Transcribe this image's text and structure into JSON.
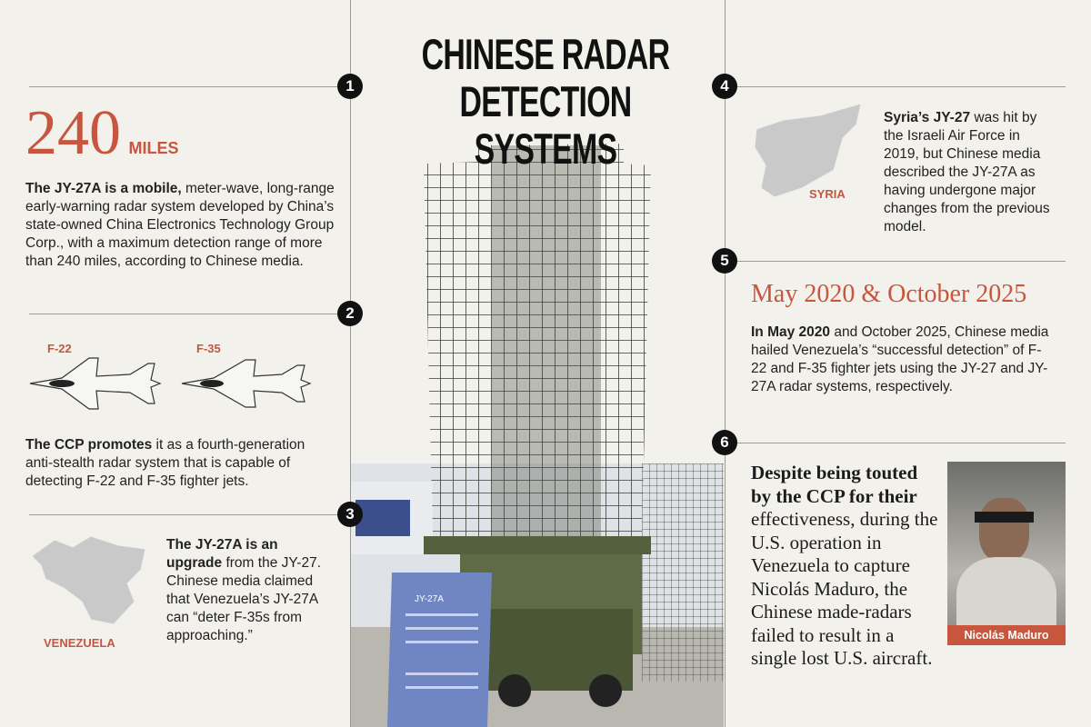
{
  "title": "CHINESE RADAR DETECTION SYSTEMS",
  "accent": "#c8553d",
  "sections": [
    {
      "number": "1",
      "big_number": "240",
      "unit": "MILES",
      "lead": "The JY-27A is a mobile,",
      "text": " meter-wave, long-range early-warning radar system developed by China’s state-owned China Electronics Technology Group Corp., with a maximum detection range of more than 240 miles, according to Chinese media."
    },
    {
      "number": "2",
      "jet1": "F-22",
      "jet2": "F-35",
      "lead": "The CCP promotes",
      "text": " it as a fourth-generation anti-stealth radar system that is capable of detecting F-22 and F-35 fighter jets."
    },
    {
      "number": "3",
      "map_label": "VENEZUELA",
      "lead": "The JY-27A is an upgrade",
      "text": " from the JY-27. Chinese media claimed that Venezuela’s JY-27A can “deter F-35s from approaching.”"
    },
    {
      "number": "4",
      "map_label": "SYRIA",
      "lead": "Syria’s JY-27",
      "text": " was hit by the Israeli Air Force in 2019, but Chinese media described the JY-27A as having undergone major changes from the previous model."
    },
    {
      "number": "5",
      "heading": "May 2020 & October 2025",
      "lead": "In May 2020",
      "text": " and October 2025, Chinese media hailed Venezuela’s “successful detection” of F-22 and F-35 fighter jets using the JY-27 and JY-27A radar systems, respectively."
    },
    {
      "number": "6",
      "lead": "Despite being touted by the CCP for their",
      "text": " effectiveness, during the U.S. operation in Venezuela to capture Nicolás Maduro, the Chinese made-radars failed to result in a single lost U.S. aircraft.",
      "photo_caption": "Nicolás Maduro"
    }
  ],
  "photo": {
    "sign_title": "JY-27A"
  }
}
